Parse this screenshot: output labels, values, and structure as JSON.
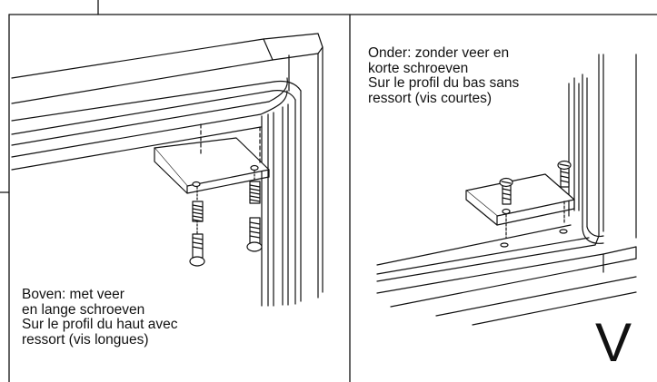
{
  "left_panel": {
    "caption_lines": [
      "Boven: met veer",
      "en lange schroeven",
      "Sur le profil du haut avec",
      "ressort (vis longues)"
    ]
  },
  "right_panel": {
    "caption_lines": [
      "Onder: zonder veer en",
      "korte schroeven",
      "Sur le profil du bas sans",
      "ressort (vis courtes)"
    ]
  },
  "section_letter": "V"
}
